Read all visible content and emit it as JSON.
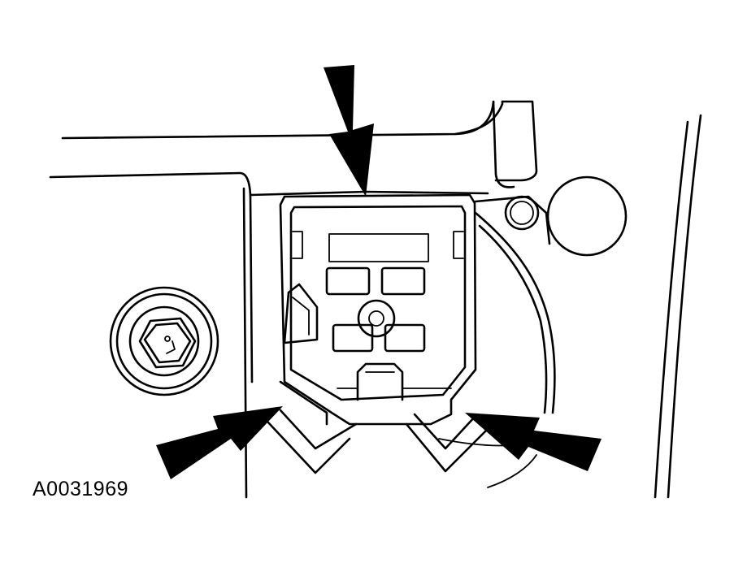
{
  "figure": {
    "id_label": "A0031969"
  },
  "colors": {
    "line": "#000000",
    "background": "#ffffff"
  },
  "icons": {
    "arrows": [
      "callout-arrow-top",
      "callout-arrow-left",
      "callout-arrow-right"
    ]
  }
}
